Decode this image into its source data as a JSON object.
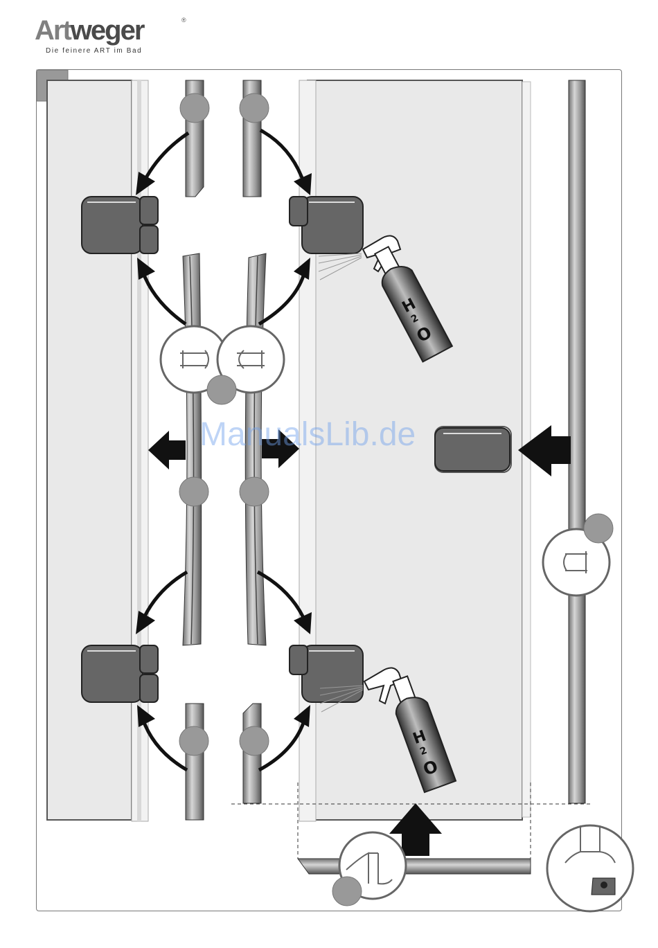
{
  "header": {
    "brand_part1": "Art",
    "brand_part2": "weger",
    "registered_mark": "®",
    "tagline": "Die feinere ART im Bad"
  },
  "labels": {
    "bottle_top_h": "H",
    "bottle_top_sub": "2",
    "bottle_top_o": "O",
    "bottle_bottom_h": "H",
    "bottle_bottom_sub": "2",
    "bottle_bottom_o": "O"
  },
  "watermark": "ManualsLib.de",
  "colors": {
    "panel_fill": "#e9e9e9",
    "clip_fill": "#666666",
    "marker_fill": "#999999",
    "arrow_fill": "#111111"
  }
}
